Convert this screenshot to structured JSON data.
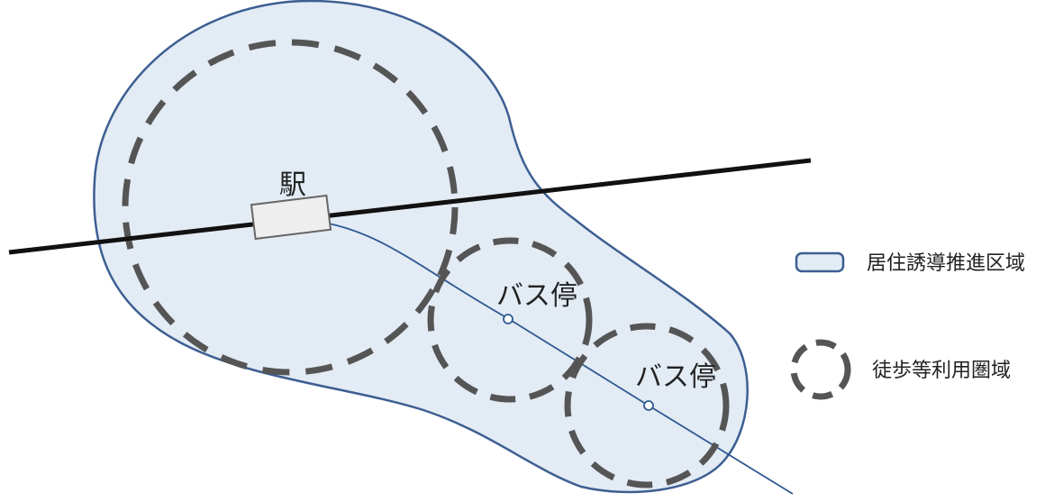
{
  "labels": {
    "station": "駅",
    "bus_stop_1": "バス停",
    "bus_stop_2": "バス停"
  },
  "legend": {
    "residential_area": "居住誘導推進区域",
    "walking_area": "徒歩等利用圏域"
  },
  "colors": {
    "area_fill": "#e3ebf5",
    "area_stroke": "#3d5f91",
    "dashed_circle": "#555555",
    "rail_line": "#111111",
    "bus_route": "#2f5a92",
    "station_fill": "#eeeeee",
    "station_stroke": "#666666"
  }
}
